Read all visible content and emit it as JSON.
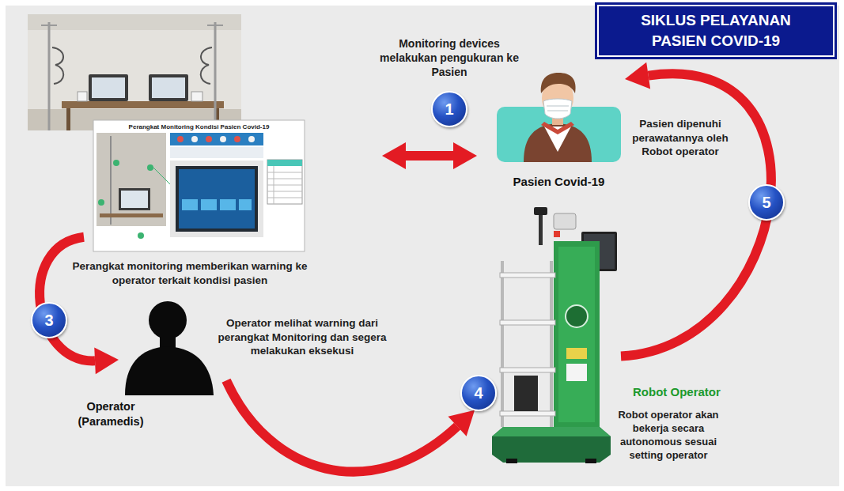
{
  "diagram": {
    "title": "SIKLUS PELAYANAN PASIEN COVID-19",
    "nodes": [
      {
        "text": [
          "Perangkat Monitoring Kondisi Pasien Covid-19",
          "Perangkat monitoring memberikan warning ke operator terkait kondisi pasien"
        ]
      },
      {
        "text": [
          "Pasien Covid-19"
        ]
      },
      {
        "text": [
          "Operator melihat warning dari perangkat Monitoring dan segera melakukan eksekusi",
          "Operator (Paramedis)"
        ]
      },
      {
        "text": [
          "Robot Operator",
          "Robot operator akan bekerja secara autonomous sesuai setting operator"
        ]
      }
    ],
    "edges": [
      {
        "from": 0,
        "to": 1,
        "arrow": "both"
      },
      {
        "from": 0,
        "to": 2,
        "arrow": "to"
      },
      {
        "from": 2,
        "to": 3,
        "arrow": "to"
      },
      {
        "from": 3,
        "to": 1,
        "arrow": "to"
      }
    ],
    "labels": [
      "Monitoring devices melakukan pengukuran ke Pasien",
      "1",
      "Pasien dipenuhi perawatannya oleh Robot operator",
      "3",
      "4",
      "5"
    ]
  }
}
